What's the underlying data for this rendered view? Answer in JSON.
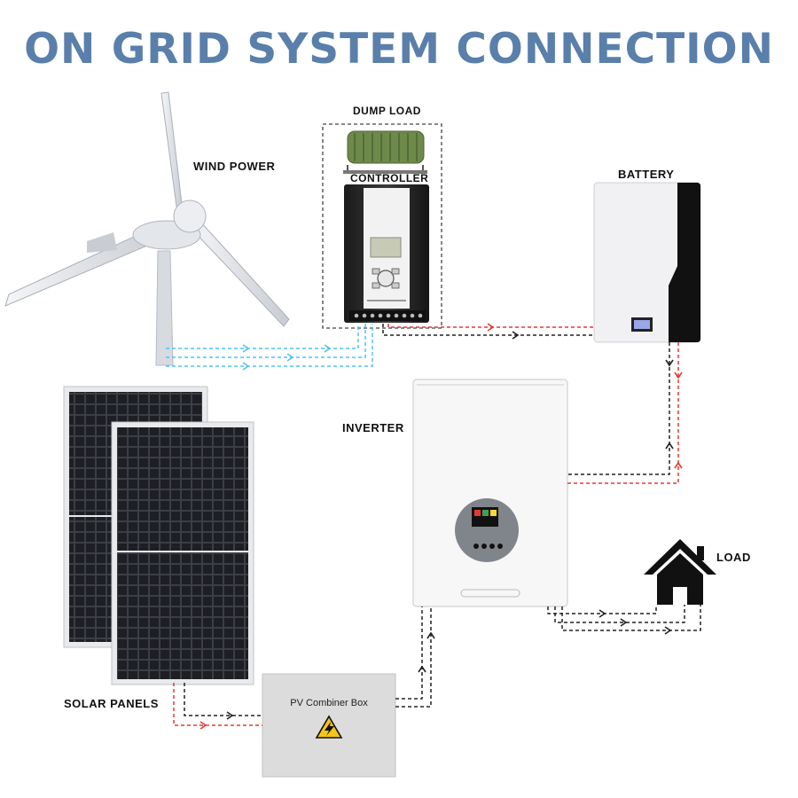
{
  "title": "ON GRID SYSTEM CONNECTION",
  "labels": {
    "wind_power": "WIND POWER",
    "dump_load": "DUMP LOAD",
    "controller": "CONTROLLER",
    "battery": "BATTERY",
    "inverter": "INVERTER",
    "load": "LOAD",
    "solar_panels": "SOLAR PANELS",
    "combiner_box": "PV Combiner Box"
  },
  "colors": {
    "title": "#5a7faa",
    "wind_line": "#4fc3f7",
    "positive_line": "#e53935",
    "negative_line": "#222222"
  }
}
